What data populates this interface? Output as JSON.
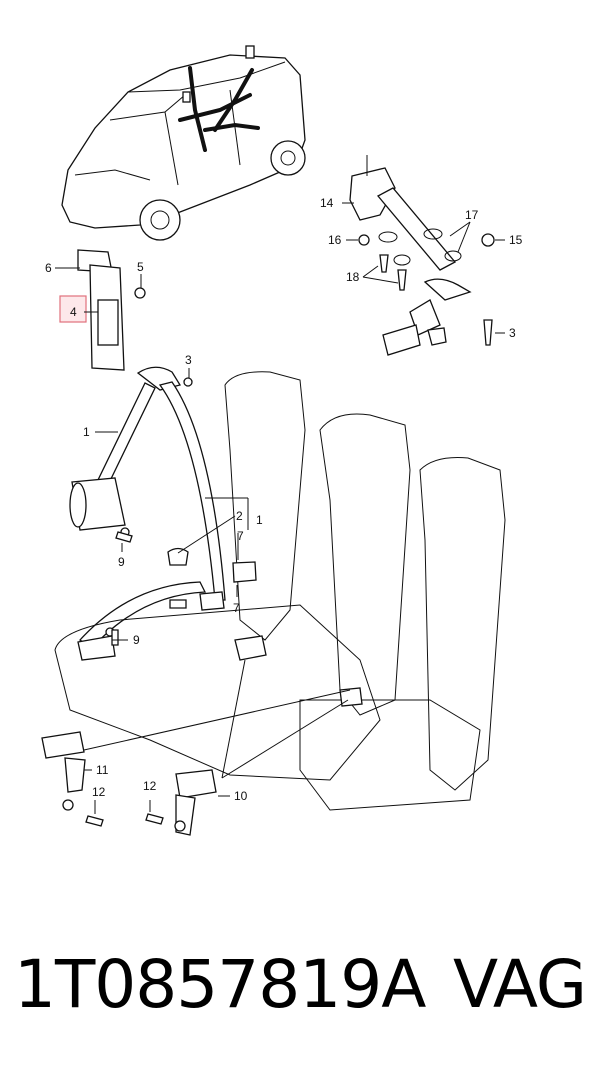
{
  "callouts": {
    "c1a": "1",
    "c1b": "1",
    "c2": "2",
    "c3a": "3",
    "c3b": "3",
    "c4": "4",
    "c5": "5",
    "c6": "6",
    "c7a": "7",
    "c7b": "7",
    "c9a": "9",
    "c9b": "9",
    "c10": "10",
    "c11": "11",
    "c12a": "12",
    "c12b": "12",
    "c14": "14",
    "c15": "15",
    "c16": "16",
    "c17": "17",
    "c18": "18"
  },
  "footer": {
    "part_number": "1T0857819A",
    "brand": "VAG"
  },
  "colors": {
    "line": "#111111",
    "highlight_fill": "#fde8ea",
    "highlight_stroke": "#e0707c"
  }
}
